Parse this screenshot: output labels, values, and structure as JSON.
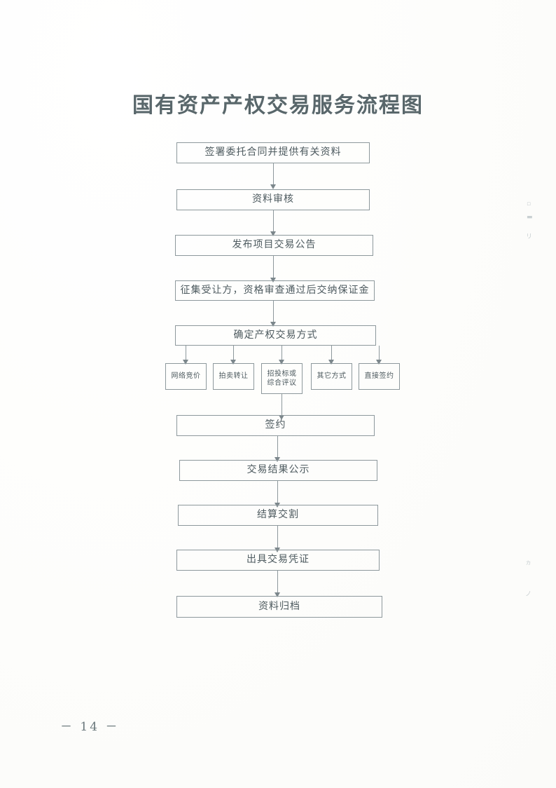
{
  "document": {
    "title": "国有资产产权交易服务流程图",
    "page_number": "－ 14 －",
    "line_color": "#8d989c",
    "text_color": "#4d5a5f",
    "title_color": "#59676b",
    "background_color": "#fdfdfc"
  },
  "chart_data": {
    "type": "diagram",
    "title": "国有资产产权交易服务流程图",
    "nodes": [
      {
        "id": "n1",
        "label": "签署委托合同并提供有关资料",
        "kind": "process"
      },
      {
        "id": "n2",
        "label": "资料审核",
        "kind": "process"
      },
      {
        "id": "n3",
        "label": "发布项目交易公告",
        "kind": "process"
      },
      {
        "id": "n4",
        "label": "征集受让方，资格审查通过后交纳保证金",
        "kind": "process"
      },
      {
        "id": "n5",
        "label": "确定产权交易方式",
        "kind": "decision"
      },
      {
        "id": "b1",
        "label": "网络竞价",
        "kind": "branch"
      },
      {
        "id": "b2",
        "label": "拍卖转让",
        "kind": "branch"
      },
      {
        "id": "b3",
        "label": "招投标或综合评议",
        "kind": "branch",
        "line1": "招投标或",
        "line2": "综合评议"
      },
      {
        "id": "b4",
        "label": "其它方式",
        "kind": "branch"
      },
      {
        "id": "b5",
        "label": "直接签约",
        "kind": "branch"
      },
      {
        "id": "n6",
        "label": "签约",
        "kind": "process"
      },
      {
        "id": "n7",
        "label": "交易结果公示",
        "kind": "process"
      },
      {
        "id": "n8",
        "label": "结算交割",
        "kind": "process"
      },
      {
        "id": "n9",
        "label": "出具交易凭证",
        "kind": "process"
      },
      {
        "id": "n10",
        "label": "资料归档",
        "kind": "process"
      }
    ],
    "edges": [
      {
        "from": "n1",
        "to": "n2"
      },
      {
        "from": "n2",
        "to": "n3"
      },
      {
        "from": "n3",
        "to": "n4"
      },
      {
        "from": "n4",
        "to": "n5"
      },
      {
        "from": "n5",
        "to": "b1"
      },
      {
        "from": "n5",
        "to": "b2"
      },
      {
        "from": "n5",
        "to": "b3"
      },
      {
        "from": "n5",
        "to": "b4"
      },
      {
        "from": "n5",
        "to": "b5"
      },
      {
        "from": "b3",
        "to": "n6"
      },
      {
        "from": "n6",
        "to": "n7"
      },
      {
        "from": "n7",
        "to": "n8"
      },
      {
        "from": "n8",
        "to": "n9"
      },
      {
        "from": "n9",
        "to": "n10"
      }
    ]
  },
  "specks": {
    "m1": "▫",
    "m2": "▬",
    "m3": "リ",
    "m4": "ヵ",
    "m5": "ノ"
  }
}
